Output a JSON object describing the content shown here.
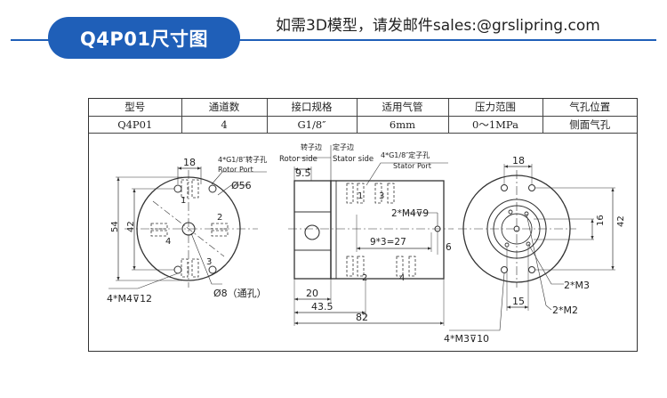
{
  "header": {
    "title": "Q4P01尺寸图",
    "contact": "如需3D模型，请发邮件sales:@grslipring.com"
  },
  "spec_table": {
    "headers": [
      "型号",
      "通道数",
      "接口规格",
      "适用气管",
      "压力范围",
      "气孔位置"
    ],
    "row": [
      "Q4P01",
      "4",
      "G1/8″",
      "6mm",
      "0～1MPa",
      "侧面气孔"
    ]
  },
  "drawing": {
    "front": {
      "dim_top": "18",
      "port_note": "4*G1/8″转子孔",
      "port_note_en": "Rotor Port",
      "dia": "Ø56",
      "height_outer": "54",
      "height_inner": "42",
      "ports": [
        "1",
        "2",
        "3",
        "4"
      ],
      "mount": "4*M4",
      "mount_depth": "12",
      "bore": "Ø8（通孔）"
    },
    "side": {
      "rotor_side": "转子边",
      "rotor_side_en": "Rotor side",
      "stator_side": "定子边",
      "stator_side_en": "Stator side",
      "stator_note": "4*G1/8″定子孔",
      "stator_note_en": "Stator Port",
      "dim_9_5": "9.5",
      "tap": "2*M4",
      "tap_depth": "9",
      "pitch": "9*3=27",
      "dim_6": "6",
      "dim_20": "20",
      "dim_43_5": "43.5",
      "dim_82": "82",
      "ports": [
        "1",
        "3",
        "2",
        "4"
      ]
    },
    "rear": {
      "dim_top": "18",
      "dim_16": "16",
      "dim_42": "42",
      "dim_15": "15",
      "m3": "2*M3",
      "m2": "2*M2",
      "m3_10": "4*M3",
      "m3_10_depth": "10"
    }
  }
}
